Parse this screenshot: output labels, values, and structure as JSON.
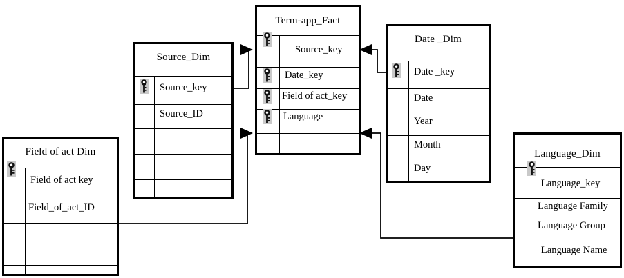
{
  "diagram": {
    "type": "star-schema",
    "title_present": false,
    "colors": {
      "line": "#000000",
      "fill": "#ffffff",
      "key_icon_bg": "#c9c9c9"
    },
    "icons": {
      "primary_key": "key-icon"
    }
  },
  "tables": [
    {
      "id": "fact",
      "name": "Term-app_Fact",
      "kind": "fact",
      "rows": [
        {
          "label": "Source_key",
          "key": true
        },
        {
          "label": "Date_key",
          "key": true
        },
        {
          "label": "Field of act_key",
          "key": true
        },
        {
          "label": "Language",
          "key": true
        },
        {
          "label": "",
          "key": false
        }
      ]
    },
    {
      "id": "source_dim",
      "name": "Source_Dim",
      "kind": "dimension",
      "rows": [
        {
          "label": "Source_key",
          "key": true
        },
        {
          "label": "Source_ID",
          "key": false
        },
        {
          "label": "",
          "key": false
        },
        {
          "label": "",
          "key": false
        },
        {
          "label": "",
          "key": false
        }
      ]
    },
    {
      "id": "date_dim",
      "name": "Date _Dim",
      "kind": "dimension",
      "rows": [
        {
          "label": "Date _key",
          "key": true
        },
        {
          "label": "Date",
          "key": false
        },
        {
          "label": "Year",
          "key": false
        },
        {
          "label": "Month",
          "key": false
        },
        {
          "label": "Day",
          "key": false
        }
      ]
    },
    {
      "id": "field_of_act_dim",
      "name": "Field  of  act  Dim",
      "kind": "dimension",
      "rows": [
        {
          "label": "Field  of  act  key",
          "key": true
        },
        {
          "label": "Field_of_act_ID",
          "key": false
        },
        {
          "label": "",
          "key": false
        },
        {
          "label": "",
          "key": false
        },
        {
          "label": "",
          "key": false
        }
      ]
    },
    {
      "id": "language_dim",
      "name": "Language_Dim",
      "kind": "dimension",
      "rows": [
        {
          "label": "Language_key",
          "key": true
        },
        {
          "label": "Language Family",
          "key": false
        },
        {
          "label": "Language Group",
          "key": false
        },
        {
          "label": "Language Name",
          "key": false
        }
      ]
    }
  ],
  "relationships": [
    {
      "from": "source_dim",
      "to": "fact",
      "from_field": "Source_key",
      "to_field": "Source_key"
    },
    {
      "from": "date_dim",
      "to": "fact",
      "from_field": "Date _key",
      "to_field": "Date_key"
    },
    {
      "from": "field_of_act_dim",
      "to": "fact",
      "from_field": "Field  of  act  key",
      "to_field": "Field of act_key"
    },
    {
      "from": "language_dim",
      "to": "fact",
      "from_field": "Language_key",
      "to_field": "Language"
    }
  ]
}
